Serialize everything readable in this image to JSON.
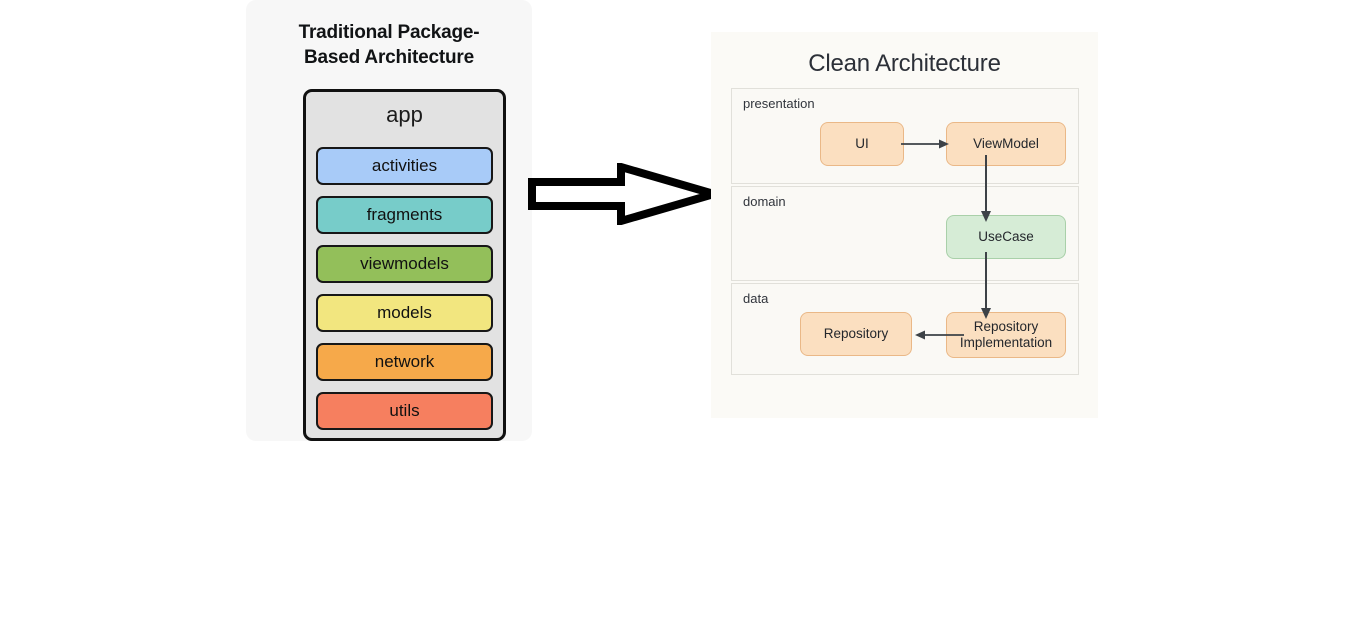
{
  "left": {
    "title_line1": "Traditional Package-",
    "title_line2": "Based Architecture",
    "container_label": "app",
    "packages": [
      {
        "label": "activities",
        "color": "#a8cbf8"
      },
      {
        "label": "fragments",
        "color": "#77ccc9"
      },
      {
        "label": "viewmodels",
        "color": "#93bf5a"
      },
      {
        "label": "models",
        "color": "#f2e67f"
      },
      {
        "label": "network",
        "color": "#f6a94a"
      },
      {
        "label": "utils",
        "color": "#f67f5f"
      }
    ]
  },
  "transform_arrow": {
    "icon": "block-arrow-right-icon",
    "direction": "right",
    "fill": "#ffffff",
    "stroke": "#000000"
  },
  "right": {
    "title": "Clean Architecture",
    "layers": [
      {
        "name": "presentation",
        "nodes": [
          {
            "id": "ui",
            "label": "UI",
            "color": "#fbdfc0"
          },
          {
            "id": "viewmodel",
            "label": "ViewModel",
            "color": "#fbdfc0"
          }
        ]
      },
      {
        "name": "domain",
        "nodes": [
          {
            "id": "usecase",
            "label": "UseCase",
            "color": "#d6ecd6"
          }
        ]
      },
      {
        "name": "data",
        "nodes": [
          {
            "id": "repository",
            "label": "Repository",
            "color": "#fbdfc0"
          },
          {
            "id": "repositoryimpl",
            "label_line1": "Repository",
            "label_line2": "Implementation",
            "color": "#fbdfc0"
          }
        ]
      }
    ],
    "connections": [
      {
        "id": "ui-to-viewmodel",
        "from": "UI",
        "to": "ViewModel",
        "direction": "right"
      },
      {
        "id": "viewmodel-to-usecase",
        "from": "ViewModel",
        "to": "UseCase",
        "direction": "down"
      },
      {
        "id": "usecase-to-repositoryimpl",
        "from": "UseCase",
        "to": "Repository Implementation",
        "direction": "down"
      },
      {
        "id": "repositoryimpl-to-repository",
        "from": "Repository Implementation",
        "to": "Repository",
        "direction": "left"
      }
    ],
    "connector_color": "#3d4247"
  }
}
